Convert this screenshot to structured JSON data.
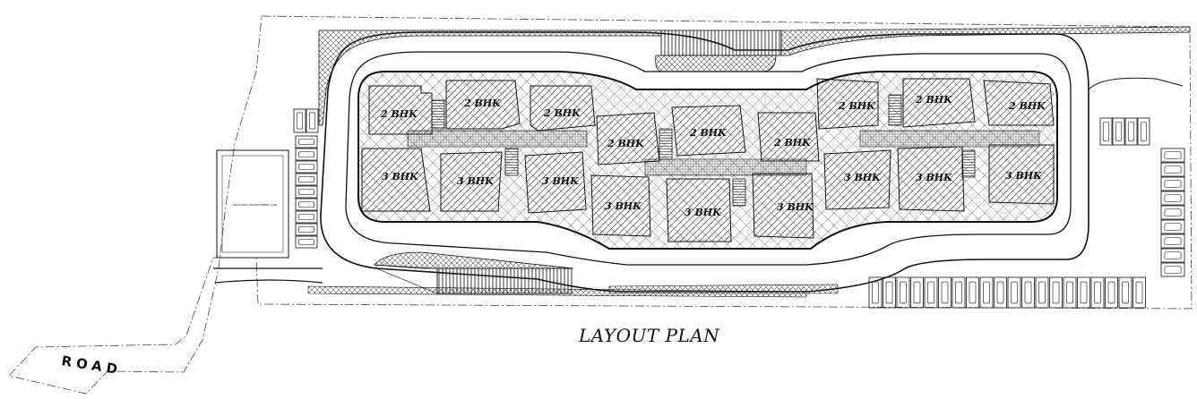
{
  "title": "LAYOUT PLAN",
  "road_label": "ROAD",
  "blocks": {
    "top_left_1": "2 BHK",
    "top_left_2": "2 BHK",
    "top_left_3": "2 BHK",
    "mid_1": "2 BHK",
    "mid_2": "2 BHK",
    "mid_3": "2 BHK",
    "top_right_1": "2 BHK",
    "top_right_2": "2 BHK",
    "top_right_3": "2 BHK",
    "bottom_left_1": "3 BHK",
    "bottom_left_2": "3 BHK",
    "bottom_left_3": "3 BHK",
    "bottom_mid_1": "3 BHK",
    "bottom_mid_2": "3 BHK",
    "bottom_mid_3": "3 BHK",
    "bottom_right_1": "3 BHK",
    "bottom_right_2": "3 BHK",
    "bottom_right_3": "3 BHK"
  },
  "parking": {
    "left_column_count": 9,
    "left_top_count": 2,
    "right_column_count": 9,
    "right_top_count": 4,
    "bottom_row_count": 20
  },
  "colors": {
    "line": "#111111",
    "hatch": "#333333",
    "background": "#ffffff"
  }
}
